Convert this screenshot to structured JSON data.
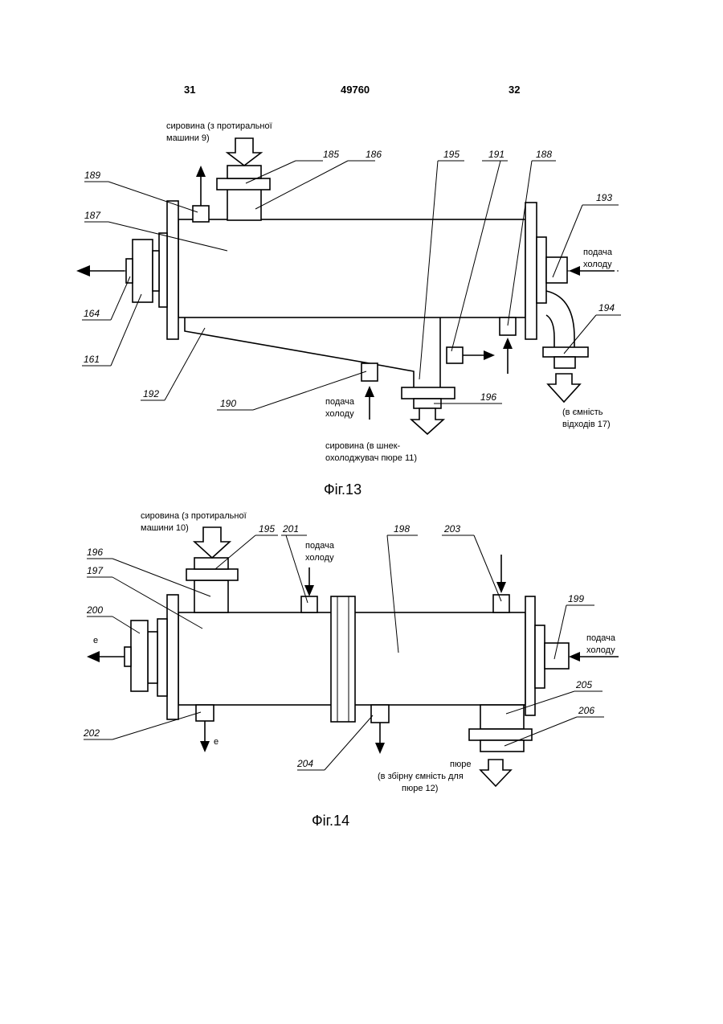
{
  "header": {
    "left": "31",
    "center": "49760",
    "right": "32"
  },
  "fig13": {
    "caption": "Фіг.13",
    "note_top_1": "сировина (з протиральної",
    "note_top_2": "машини 9)",
    "note_right_1": "подача",
    "note_right_2": "холоду",
    "note_bottom_1": "подача",
    "note_bottom_2": "холоду",
    "note_raw_1": "сировина (в шнек-",
    "note_raw_2": "охолоджувач пюре 11)",
    "note_waste_1": "(в ємність",
    "note_waste_2": "відходів 17)",
    "labels": [
      "185",
      "186",
      "195",
      "191",
      "188",
      "189",
      "187",
      "193",
      "164",
      "194",
      "161",
      "192",
      "190",
      "196"
    ]
  },
  "fig14": {
    "caption": "Фіг.14",
    "note_top_1": "сировина (з протиральної",
    "note_top_2": "машини 10)",
    "note_mid_1": "подача",
    "note_mid_2": "холоду",
    "note_right_1": "подача",
    "note_right_2": "холоду",
    "note_puree_1": "пюре",
    "note_puree_2": "(в збірну ємність для",
    "note_puree_3": "пюре 12)",
    "letter_e1": "e",
    "letter_e2": "e",
    "labels": [
      "195",
      "201",
      "198",
      "203",
      "196",
      "197",
      "200",
      "199",
      "205",
      "202",
      "206",
      "204"
    ]
  }
}
